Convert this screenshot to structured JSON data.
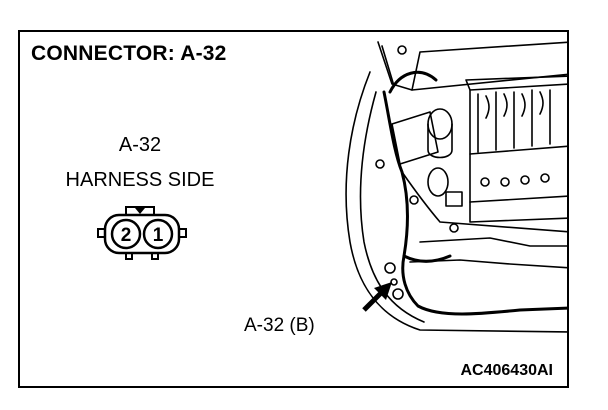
{
  "diagram": {
    "title": "CONNECTOR: A-32",
    "connector_id": "A-32",
    "connector_side": "HARNESS SIDE",
    "pins": [
      "2",
      "1"
    ],
    "callout": "A-32 (B)",
    "figure_code": "AC406430AI"
  }
}
